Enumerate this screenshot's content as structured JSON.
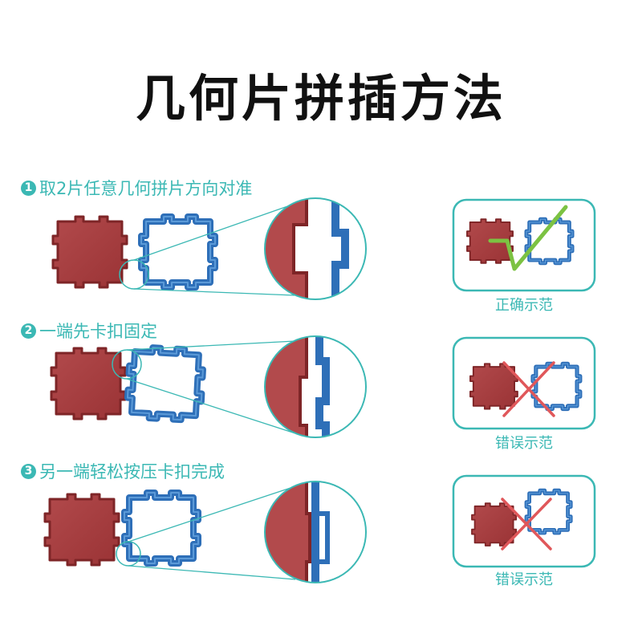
{
  "title": "几何片拼插方法",
  "steps": [
    {
      "num": "1",
      "text": "取2片任意几何拼片方向对准"
    },
    {
      "num": "2",
      "text": "一端先卡扣固定"
    },
    {
      "num": "3",
      "text": "另一端轻松按压卡扣完成"
    }
  ],
  "demos": [
    {
      "caption": "正确示范",
      "result": "check"
    },
    {
      "caption": "错误示范",
      "result": "cross"
    },
    {
      "caption": "错误示范",
      "result": "cross"
    }
  ],
  "colors": {
    "accent": "#3bb8b4",
    "red_piece": "#a23a3c",
    "red_piece_dark": "#7e2527",
    "blue_piece": "#2e6fb8",
    "check": "#7cc242",
    "cross": "#e0575a"
  }
}
